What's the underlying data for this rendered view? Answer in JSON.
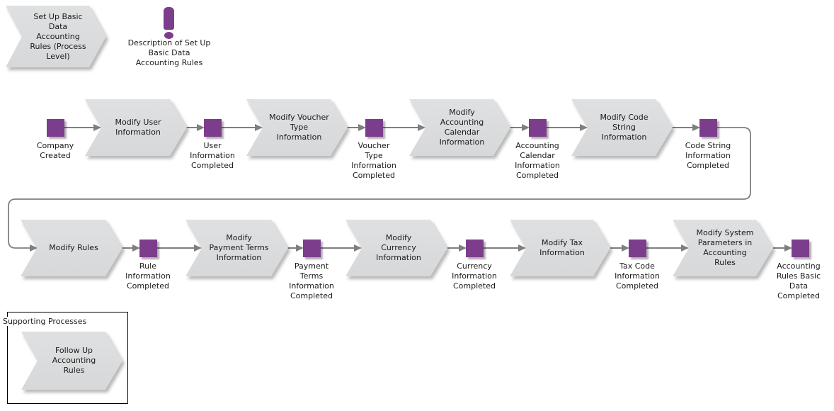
{
  "colors": {
    "event_square": "#7C3D8C",
    "process_fill": "#DCDDDE",
    "connector": "#7F7F7F",
    "text": "#1A1A1A"
  },
  "header": {
    "process_shape_label": "Set Up Basic\nData\nAccounting\nRules (Process\nLevel)",
    "note_label": "Description of Set Up\nBasic Data\nAccounting Rules"
  },
  "row1": {
    "events": [
      {
        "label": "Company\nCreated"
      },
      {
        "label": "User\nInformation\nCompleted"
      },
      {
        "label": "Voucher\nType\nInformation\nCompleted"
      },
      {
        "label": "Accounting\nCalendar\nInformation\nCompleted"
      },
      {
        "label": "Code String\nInformation\nCompleted"
      }
    ],
    "processes": [
      {
        "label": "Modify User\nInformation"
      },
      {
        "label": "Modify Voucher\nType\nInformation"
      },
      {
        "label": "Modify\nAccounting\nCalendar\nInformation"
      },
      {
        "label": "Modify Code\nString\nInformation"
      }
    ]
  },
  "row2": {
    "processes": [
      {
        "label": "Modify Rules"
      },
      {
        "label": "Modify\nPayment Terms\nInformation"
      },
      {
        "label": "Modify\nCurrency\nInformation"
      },
      {
        "label": "Modify Tax\nInformation"
      },
      {
        "label": "Modify System\nParameters in\nAccounting\nRules"
      }
    ],
    "events": [
      {
        "label": "Rule\nInformation\nCompleted"
      },
      {
        "label": "Payment\nTerms\nInformation\nCompleted"
      },
      {
        "label": "Currency\nInformation\nCompleted"
      },
      {
        "label": "Tax Code\nInformation\nCompleted"
      },
      {
        "label": "Accounting\nRules Basic\nData\nCompleted"
      }
    ]
  },
  "supporting": {
    "box_label": "Supporting Processes",
    "processes": [
      {
        "label": "Follow Up\nAccounting\nRules"
      }
    ]
  }
}
